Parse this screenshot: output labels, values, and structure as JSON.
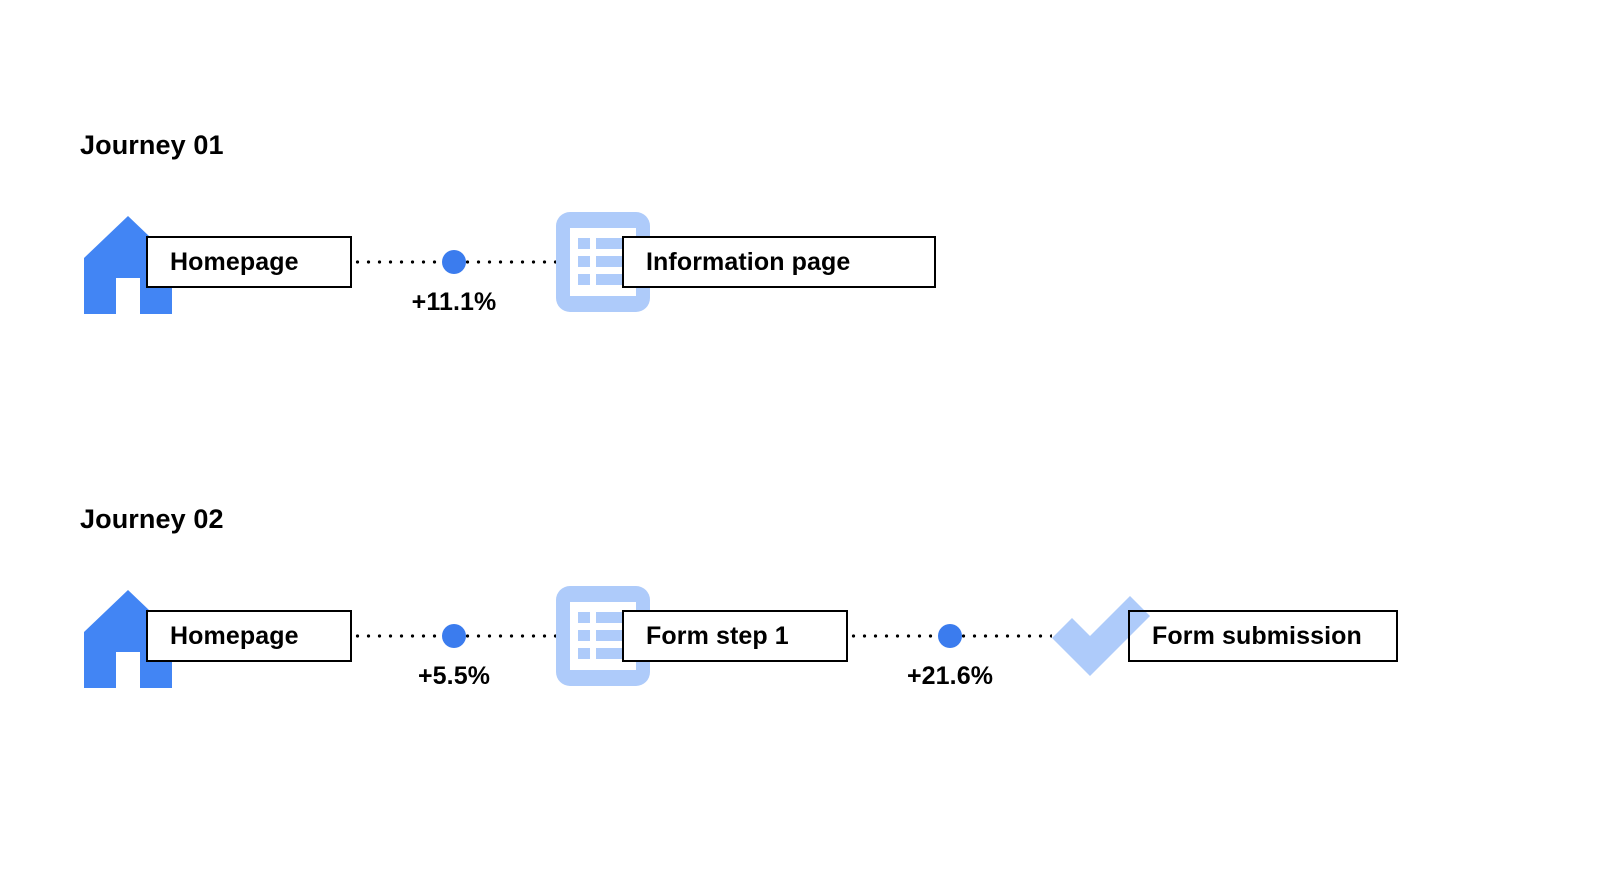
{
  "page": {
    "background_color": "#FFFFFF",
    "text_color": "#000000"
  },
  "colors": {
    "house_blue": "#4285F4",
    "dot_blue": "#3B7CEE",
    "icon_light_blue": "#AECBFA",
    "box_border": "#000000",
    "box_fill": "#FFFFFF"
  },
  "journeys": [
    {
      "title": "Journey 01",
      "nodes": [
        {
          "label": "Homepage",
          "icon": "home-icon"
        },
        {
          "label": "Information page",
          "icon": "document-list-icon"
        }
      ],
      "connectors": [
        {
          "percent": "+11.1%"
        }
      ]
    },
    {
      "title": "Journey 02",
      "nodes": [
        {
          "label": "Homepage",
          "icon": "home-icon"
        },
        {
          "label": "Form step 1",
          "icon": "document-list-icon"
        },
        {
          "label": "Form submission",
          "icon": "checkmark-icon"
        }
      ],
      "connectors": [
        {
          "percent": "+5.5%"
        },
        {
          "percent": "+21.6%"
        }
      ]
    }
  ]
}
